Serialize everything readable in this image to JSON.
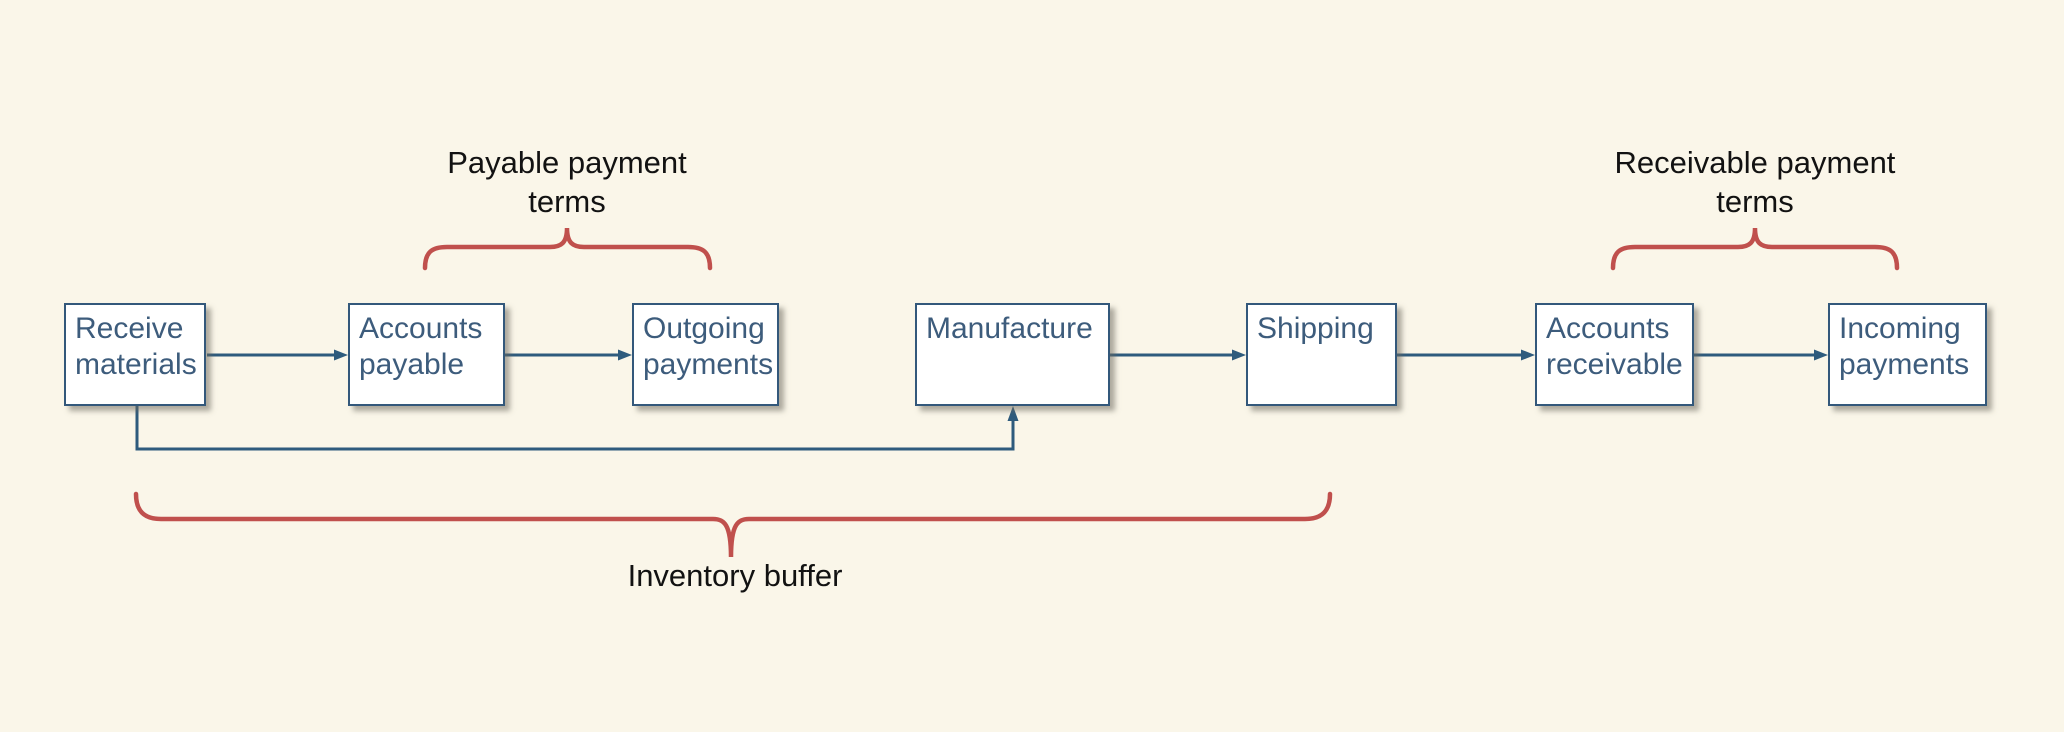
{
  "diagram": {
    "background_color": "#FAF6E9",
    "node_fill_color": "#FFFFFF",
    "node_border_color": "#33587B",
    "node_text_color": "#3D5C7C",
    "arrow_color": "#2E5B7D",
    "brace_color": "#C0504D",
    "annotation_text_color": "#121212",
    "nodes": [
      {
        "id": "receive-materials",
        "label": "Receive materials"
      },
      {
        "id": "accounts-payable",
        "label": "Accounts payable"
      },
      {
        "id": "outgoing-payments",
        "label": "Outgoing payments"
      },
      {
        "id": "manufacture",
        "label": "Manufacture"
      },
      {
        "id": "shipping",
        "label": "Shipping"
      },
      {
        "id": "accounts-receivable",
        "label": "Accounts receivable"
      },
      {
        "id": "incoming-payments",
        "label": "Incoming payments"
      }
    ],
    "edges": [
      {
        "from": "receive-materials",
        "to": "accounts-payable",
        "type": "arrow"
      },
      {
        "from": "accounts-payable",
        "to": "outgoing-payments",
        "type": "arrow"
      },
      {
        "from": "receive-materials",
        "to": "manufacture",
        "type": "elbow-arrow"
      },
      {
        "from": "manufacture",
        "to": "shipping",
        "type": "arrow"
      },
      {
        "from": "shipping",
        "to": "accounts-receivable",
        "type": "arrow"
      },
      {
        "from": "accounts-receivable",
        "to": "incoming-payments",
        "type": "arrow"
      }
    ],
    "annotations": [
      {
        "id": "payable-terms",
        "label": "Payable payment terms",
        "spans_from": "accounts-payable",
        "spans_to": "outgoing-payments",
        "position": "above"
      },
      {
        "id": "receivable-terms",
        "label": "Receivable payment terms",
        "spans_from": "accounts-receivable",
        "spans_to": "incoming-payments",
        "position": "above"
      },
      {
        "id": "inventory-buffer",
        "label": "Inventory buffer",
        "spans_from": "receive-materials",
        "spans_to": "shipping",
        "position": "below"
      }
    ]
  }
}
